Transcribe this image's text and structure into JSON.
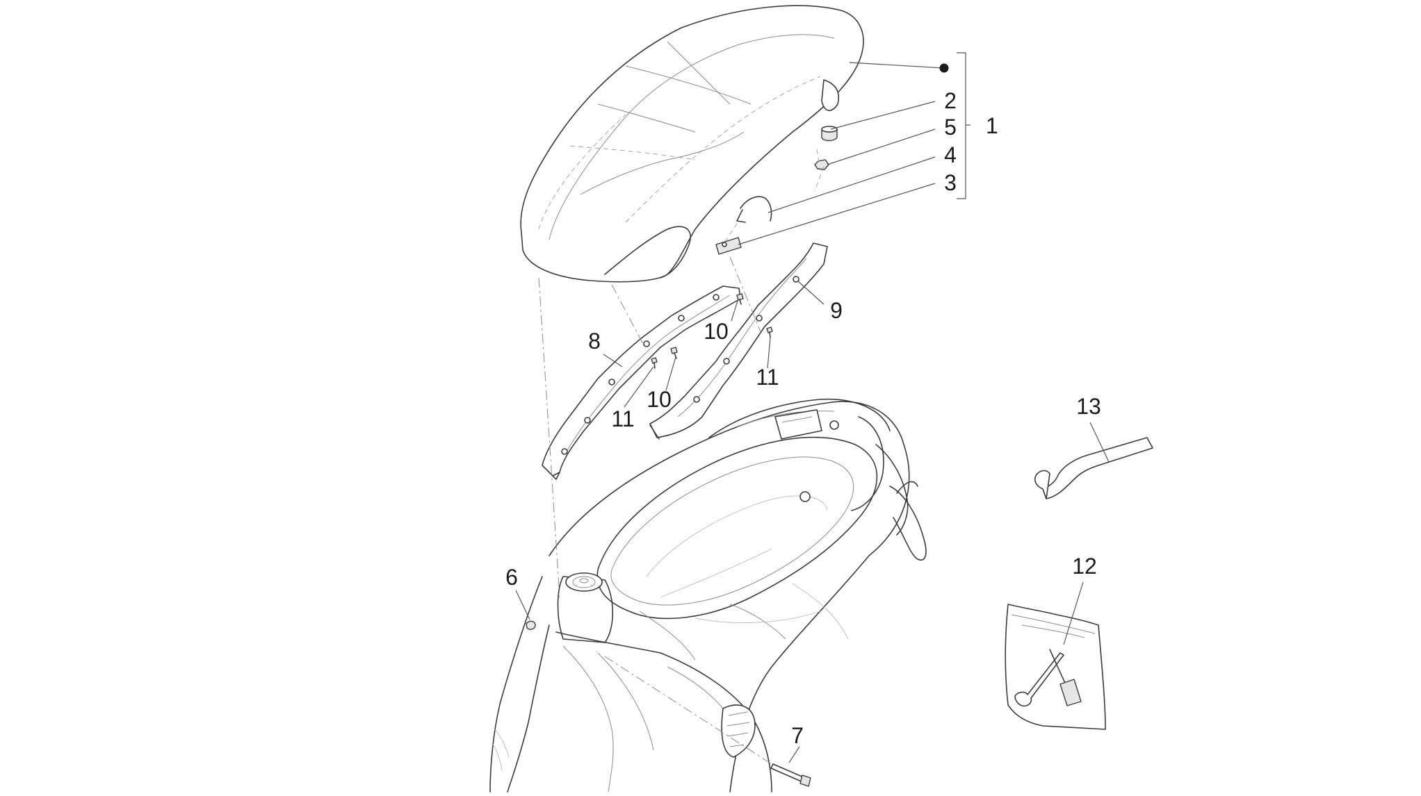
{
  "callouts": {
    "c1": "1",
    "c2": "2",
    "c3": "3",
    "c4": "4",
    "c5": "5",
    "c6": "6",
    "c7": "7",
    "c8": "8",
    "c9": "9",
    "c10a": "10",
    "c10b": "10",
    "c11a": "11",
    "c11b": "11",
    "c12": "12",
    "c13": "13"
  },
  "colors": {
    "line": "#3a3a3a",
    "background": "#ffffff"
  }
}
